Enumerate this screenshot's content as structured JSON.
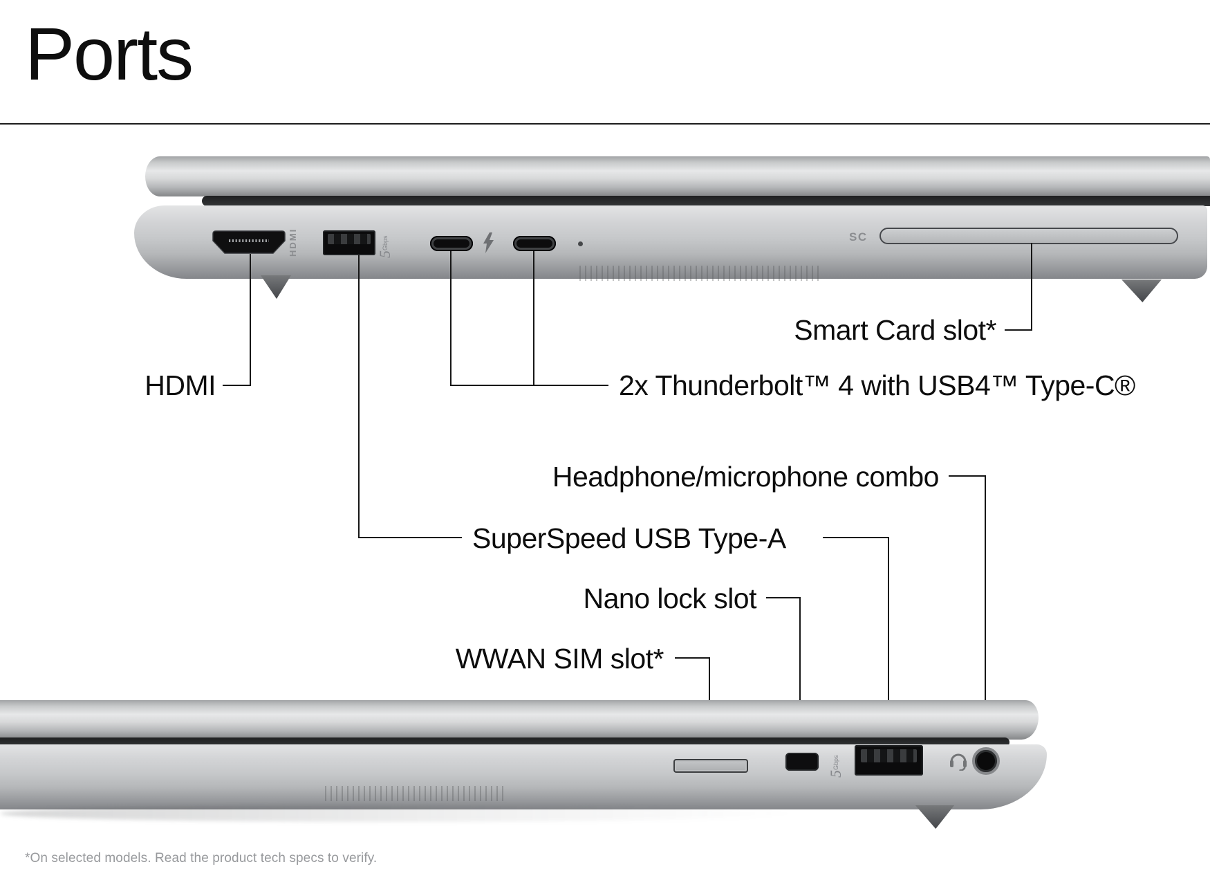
{
  "header": {
    "title": "Ports"
  },
  "callouts": {
    "hdmi": "HDMI",
    "thunderbolt": "2x Thunderbolt™ 4 with USB4™ Type-C®",
    "smart_card": "Smart Card slot*",
    "headphone": "Headphone/microphone combo",
    "superspeed": "SuperSpeed USB Type-A",
    "nano_lock": "Nano lock slot",
    "wwan_sim": "WWAN SIM slot*"
  },
  "engravings": {
    "hdmi": "HDMI",
    "smart_card_abbr": "SC",
    "usb_speed_prefix": "5",
    "usb_speed_suffix": "Gbps"
  },
  "footnote": "*On selected models. Read the product tech specs to verify.",
  "icons": {
    "thunderbolt": "thunderbolt-icon",
    "headphone": "headphone-icon"
  },
  "colors": {
    "text": "#0d0d0d",
    "leader_line": "#161616",
    "footnote_gray": "#97999c",
    "engraving_gray": "#8b8d90",
    "body_silver": "#c6c8ca",
    "hinge_dark": "#2a2c2e",
    "port_black": "#0c0c0d",
    "background": "#ffffff"
  }
}
